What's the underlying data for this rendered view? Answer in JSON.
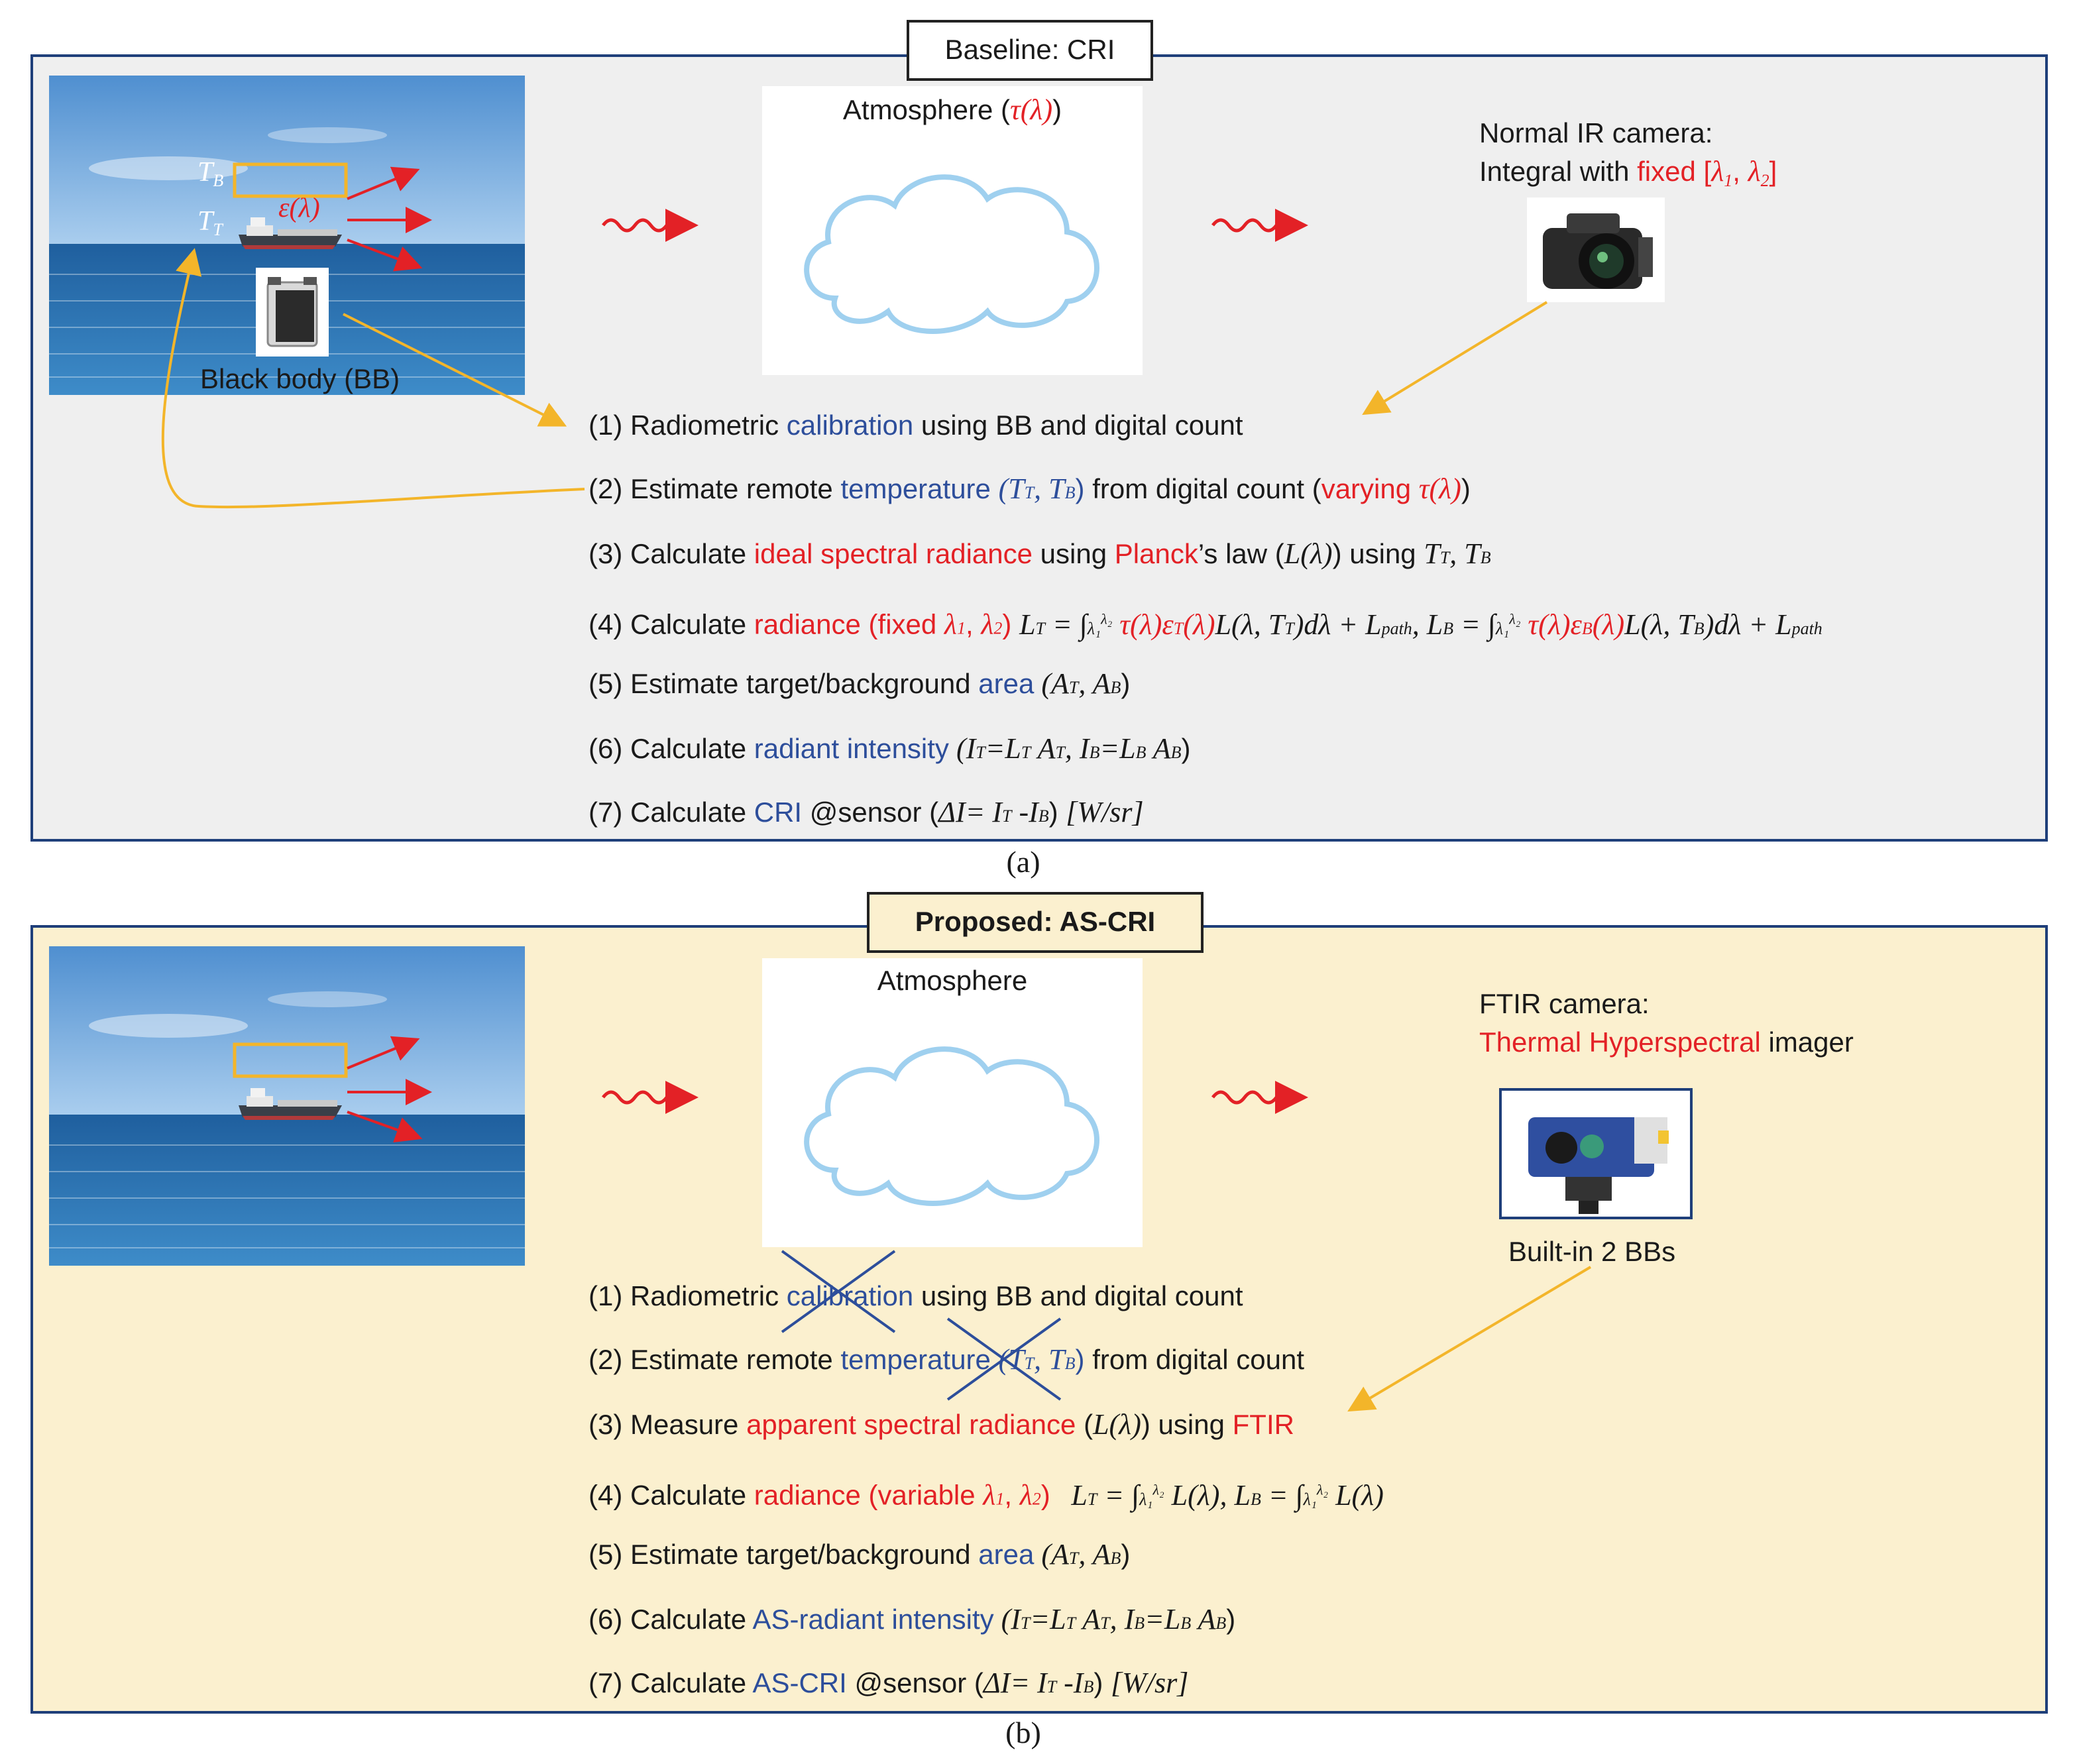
{
  "panel_a": {
    "title": "Baseline: CRI",
    "photo": {
      "tb_label": "T",
      "tb_sub": "B",
      "tt_label": "T",
      "tt_sub": "T",
      "emissivity": "ε(λ)",
      "bb_label": "Black body (BB)"
    },
    "atmosphere": {
      "label": "Atmosphere (",
      "tau": "τ(λ)",
      "close": ")"
    },
    "camera": {
      "line1": "Normal IR camera:",
      "line2_pre": "Integral with ",
      "line2_red": "fixed [",
      "l1": "λ",
      "l1_sub": "1",
      "comma": ", ",
      "l2": "λ",
      "l2_sub": "2",
      "close": "]"
    },
    "steps": {
      "s1": {
        "pre": "(1) Radiometric ",
        "key": "calibration",
        "post": " using BB and digital count"
      },
      "s2": {
        "pre": "(2) Estimate remote ",
        "key": "temperature",
        "var": "(T",
        "var_sub1": "T",
        "var_mid": ", T",
        "var_sub2": "B",
        "var_close": ")",
        "post": " from digital count (",
        "red": "varying ",
        "tau": "τ(λ)",
        "close": ")"
      },
      "s3": {
        "pre": "(3) Calculate ",
        "key": "ideal spectral radiance",
        "mid": " using ",
        "key2": "Planck",
        "post": "’s law (",
        "L": "L(λ)",
        "post2": ") using ",
        "tt": "T",
        "tt_sub": "T",
        "sep": ", ",
        "tb": "T",
        "tb_sub": "B"
      },
      "s4": {
        "pre": "(4) Calculate ",
        "key": "radiance (fixed ",
        "l1": "λ",
        "l1_sub": "1",
        "comma": ", ",
        "l2": "λ",
        "l2_sub": "2",
        "close": ")"
      },
      "s5": {
        "pre": "(5) Estimate target/background ",
        "key": "area",
        "var": " (A",
        "sub1": "T",
        "mid": ", A",
        "sub2": "B",
        "close": ")"
      },
      "s6": {
        "pre": "(6) Calculate ",
        "key": "radiant intensity",
        "expr": " (I",
        "s1": "T",
        "e2": "=L",
        "s2": "T",
        "e3": " A",
        "s3": "T",
        "e4": ", I",
        "s4": "B",
        "e5": "=L",
        "s5": "B",
        "e6": " A",
        "s6": "B",
        "close": ")"
      },
      "s7": {
        "pre": "(7) Calculate ",
        "key": "CRI",
        "post": " @sensor (",
        "expr": "ΔI= I",
        "s1": "T",
        "e2": " -I",
        "s2": "B",
        "close": ") ",
        "unit": "[W/sr]"
      }
    },
    "caption": "(a)"
  },
  "panel_b": {
    "title": "Proposed: AS-CRI",
    "atmosphere": {
      "label": "Atmosphere"
    },
    "camera": {
      "line1": "FTIR camera:",
      "line2_red": "Thermal Hyperspectral",
      "line2_post": " imager",
      "bb_note": "Built-in 2 BBs"
    },
    "steps": {
      "s1": {
        "pre": "(1) Radiometric ",
        "key": "calibration",
        "post": " using BB and digital count"
      },
      "s2": {
        "pre": "(2) Estimate remote ",
        "key": "temperature",
        "var": "(T",
        "var_sub1": "T",
        "var_mid": ", T",
        "var_sub2": "B",
        "var_close": ")",
        "post": " from digital count"
      },
      "s3": {
        "pre": "(3) Measure ",
        "key": "apparent spectral radiance",
        "mid": " (",
        "L": "L(λ)",
        "post": ") using ",
        "key2": "FTIR"
      },
      "s4": {
        "pre": "(4) Calculate ",
        "key": "radiance (variable ",
        "l1": "λ",
        "l1_sub": "1",
        "comma": ", ",
        "l2": "λ",
        "l2_sub": "2",
        "close": ")"
      },
      "s5": {
        "pre": "(5) Estimate target/background ",
        "key": "area",
        "var": " (A",
        "sub1": "T",
        "mid": ", A",
        "sub2": "B",
        "close": ")"
      },
      "s6": {
        "pre": "(6) Calculate ",
        "key": "AS-radiant intensity",
        "expr": " (I",
        "s1": "T",
        "e2": "=L",
        "s2": "T",
        "e3": " A",
        "s3": "T",
        "e4": ", I",
        "s4": "B",
        "e5": "=L",
        "s5": "B",
        "e6": " A",
        "s6": "B",
        "close": ")"
      },
      "s7": {
        "pre": "(7) Calculate ",
        "key": "AS-CRI",
        "post": " @sensor (",
        "expr": "ΔI= I",
        "s1": "T",
        "e2": " -I",
        "s2": "B",
        "close": ") ",
        "unit": "[W/sr]"
      }
    },
    "caption": "(b)"
  },
  "formulas": {
    "a_LT": "L",
    "a_LT_sub": "T",
    "a_eq": " = ∫",
    "a_lim_hi": "λ₂",
    "a_lim_lo": "λ₁",
    "a_red1": " τ(λ)ε",
    "a_red1_sub": "T",
    "a_red1b": "(λ)",
    "a_body1": "L(λ, T",
    "a_body1_sub": "T",
    "a_body1b": ")dλ + L",
    "a_path": "path",
    "a_LB": ", L",
    "a_LB_sub": "B",
    "a_red2": " τ(λ)ε",
    "a_red2_sub": "B",
    "a_red2b": "(λ)",
    "a_body2": "L(λ, T",
    "a_body2_sub": "B",
    "a_body2b": ")dλ + L",
    "b_expr1": "L",
    "b_expr1_sub": "T",
    "b_expr1b": " = ∫",
    "b_body1": " L(λ), L",
    "b_body1_sub": "B",
    "b_body2": " = ∫",
    "b_body2b": " L(λ)"
  },
  "colors": {
    "panel_border": "#1f3f7a",
    "blue_text": "#2d4e9b",
    "red_text": "#e32126",
    "arrow_yellow": "#f3b52a",
    "panel_a_bg": "#efefef",
    "panel_b_bg": "#fbf0cf"
  }
}
